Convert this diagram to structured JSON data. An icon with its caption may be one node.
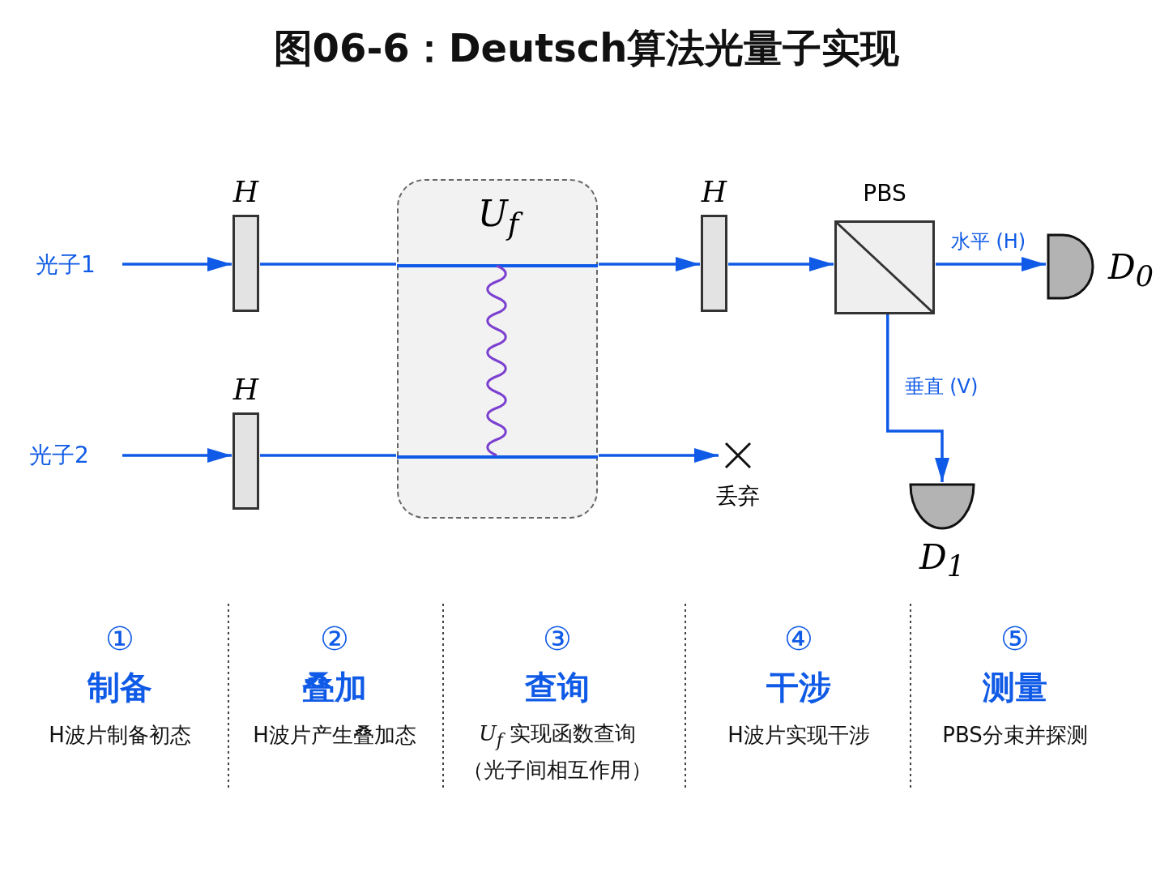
{
  "diagram": {
    "title": "图06-6：Deutsch算法光量子实现",
    "nodes": [
      {
        "text": [
          "光子1"
        ]
      },
      {
        "text": [
          "H"
        ]
      },
      {
        "text": [
          "H"
        ]
      },
      {
        "text": [
          "光子2"
        ]
      },
      {
        "text": [
          "U$_{f}$"
        ]
      },
      {
        "text": [
          "H"
        ]
      },
      {
        "text": [
          "PBS"
        ]
      },
      {
        "text": [
          "D$_{0}$"
        ]
      },
      {
        "text": [
          "D$_{1}$"
        ]
      },
      {
        "text": [
          "丢弃"
        ]
      }
    ],
    "edges": [
      {
        "from": 0,
        "to": 1,
        "arrow": "to"
      },
      {
        "from": 1,
        "to": 4,
        "arrow": "none"
      },
      {
        "from": 4,
        "to": 5,
        "arrow": "to"
      },
      {
        "from": 3,
        "to": 2,
        "arrow": "to"
      },
      {
        "from": 2,
        "to": 4,
        "arrow": "none"
      },
      {
        "from": 4,
        "to": 9,
        "arrow": "to"
      },
      {
        "from": 5,
        "to": 6,
        "arrow": "to"
      },
      {
        "from": 6,
        "to": 7,
        "arrow": "to",
        "label": "水平 (H)"
      },
      {
        "from": 6,
        "to": 8,
        "arrow": "to",
        "label": "垂直 (V)"
      }
    ],
    "labels": [
      "①",
      "制备",
      "H波片制备初态",
      "②",
      "叠加",
      "H波片产生叠加态",
      "③",
      "查询",
      "U$_{f}$ 实现函数查询",
      "（光子间相互作用）",
      "④",
      "干涉",
      "H波片实现干涉",
      "⑤",
      "测量",
      "PBS分束并探测"
    ]
  }
}
